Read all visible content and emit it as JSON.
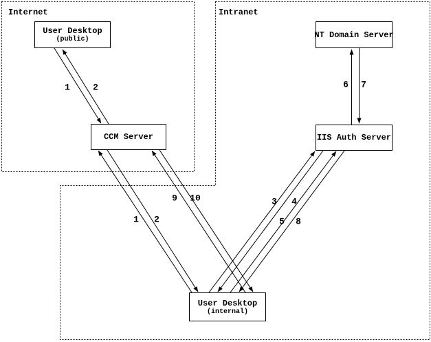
{
  "colors": {
    "line": "#000000",
    "background": "#ffffff",
    "text": "#000000"
  },
  "zones": {
    "internet": {
      "label": "Internet"
    },
    "intranet": {
      "label": "Intranet"
    }
  },
  "nodes": {
    "user_desktop_public": {
      "title": "User Desktop",
      "subtitle": "(public)"
    },
    "ccm_server": {
      "title": "CCM Server"
    },
    "nt_domain_server": {
      "title": "NT Domain Server"
    },
    "iis_auth_server": {
      "title": "IIS Auth Server"
    },
    "user_desktop_internal": {
      "title": "User Desktop",
      "subtitle": "(internal)"
    }
  },
  "flow_labels": {
    "f1_public": "1",
    "f2_public": "2",
    "f1_internal": "1",
    "f2_internal": "2",
    "f9": "9",
    "f10": "10",
    "f3": "3",
    "f4": "4",
    "f5": "5",
    "f8": "8",
    "f6": "6",
    "f7": "7"
  },
  "connections": [
    {
      "step": "1",
      "from": "User Desktop (public)",
      "to": "CCM Server"
    },
    {
      "step": "2",
      "from": "CCM Server",
      "to": "User Desktop (public)"
    },
    {
      "step": "1",
      "from": "User Desktop (internal)",
      "to": "CCM Server"
    },
    {
      "step": "2",
      "from": "CCM Server",
      "to": "User Desktop (internal)"
    },
    {
      "step": "3",
      "from": "User Desktop (internal)",
      "to": "IIS Auth Server"
    },
    {
      "step": "4",
      "from": "IIS Auth Server",
      "to": "User Desktop (internal)"
    },
    {
      "step": "5",
      "from": "User Desktop (internal)",
      "to": "IIS Auth Server"
    },
    {
      "step": "8",
      "from": "IIS Auth Server",
      "to": "User Desktop (internal)"
    },
    {
      "step": "9",
      "from": "User Desktop (internal)",
      "to": "CCM Server"
    },
    {
      "step": "10",
      "from": "CCM Server",
      "to": "User Desktop (internal)"
    },
    {
      "step": "6",
      "from": "IIS Auth Server",
      "to": "NT Domain Server"
    },
    {
      "step": "7",
      "from": "NT Domain Server",
      "to": "IIS Auth Server"
    }
  ]
}
